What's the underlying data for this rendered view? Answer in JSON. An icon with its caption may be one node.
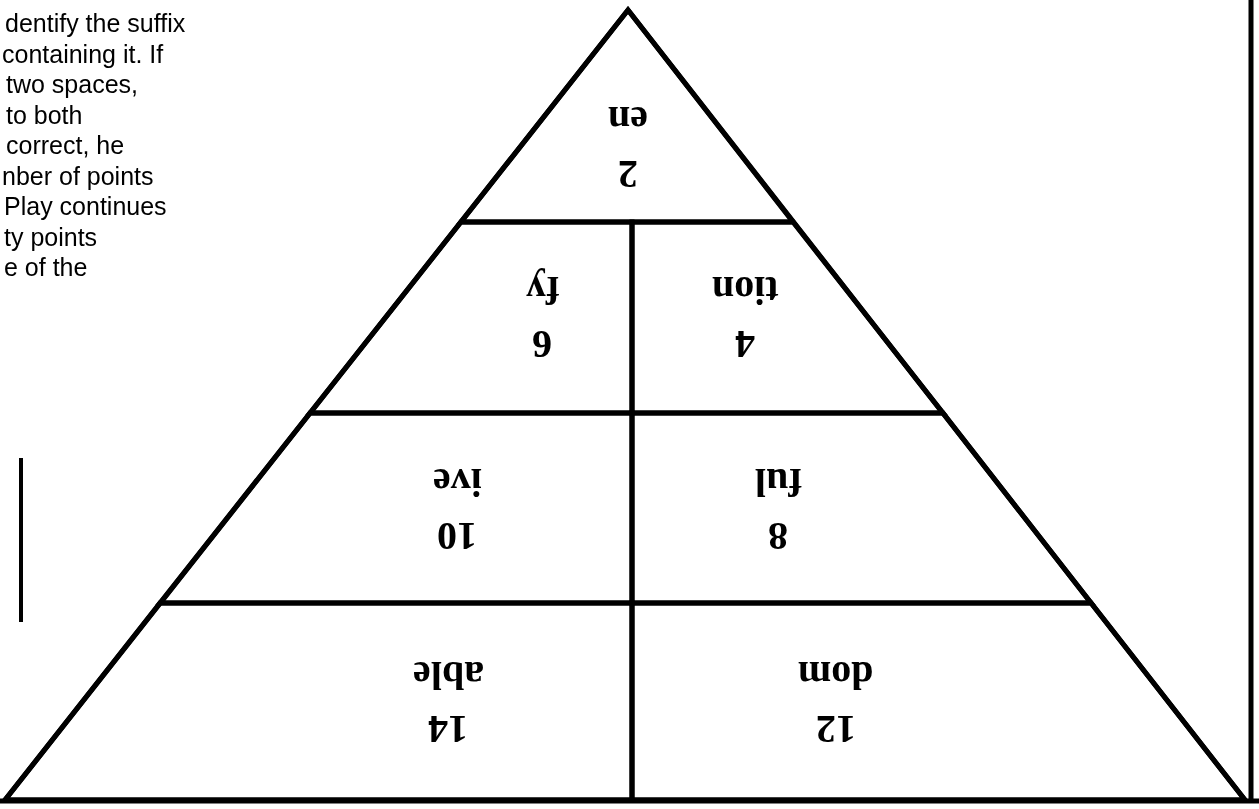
{
  "diagram": {
    "nodes": [
      {
        "text": [],
        "shape": "triangle"
      },
      {
        "text": [
          "en",
          "2"
        ],
        "in": 0
      },
      {
        "text": [
          "fy",
          "6"
        ],
        "in": 0
      },
      {
        "text": [
          "tion",
          "4"
        ],
        "in": 0
      },
      {
        "text": [
          "ive",
          "10"
        ],
        "in": 0
      },
      {
        "text": [
          "ful",
          "8"
        ],
        "in": 0
      },
      {
        "text": [
          "able",
          "14"
        ],
        "in": 0
      },
      {
        "text": [
          "dom",
          "12"
        ],
        "in": 0
      }
    ],
    "labels": [
      "dentify the suffix",
      "containing it. If",
      "two spaces,",
      "to both",
      "correct, he",
      "nber of points",
      "Play continues",
      "ty points",
      "e of the"
    ]
  }
}
